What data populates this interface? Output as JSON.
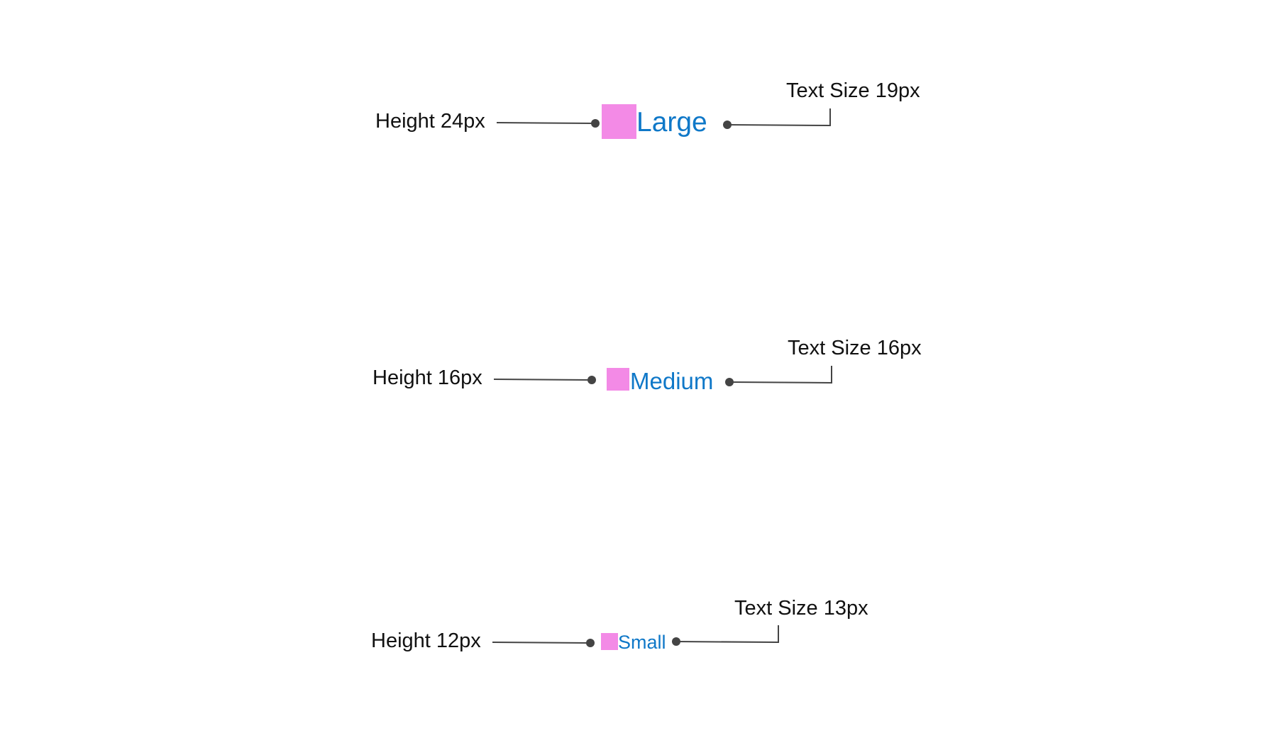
{
  "colors": {
    "swatch": "#f38ae6",
    "sample_text": "#0f78c8",
    "label_text": "#111111",
    "connector": "#444444"
  },
  "rows": [
    {
      "size": "large",
      "height_label": "Height 24px",
      "sample_text": "Large",
      "text_size_label": "Text Size 19px"
    },
    {
      "size": "medium",
      "height_label": "Height 16px",
      "sample_text": "Medium",
      "text_size_label": "Text Size 16px"
    },
    {
      "size": "small",
      "height_label": "Height 12px",
      "sample_text": "Small",
      "text_size_label": "Text Size 13px"
    }
  ]
}
